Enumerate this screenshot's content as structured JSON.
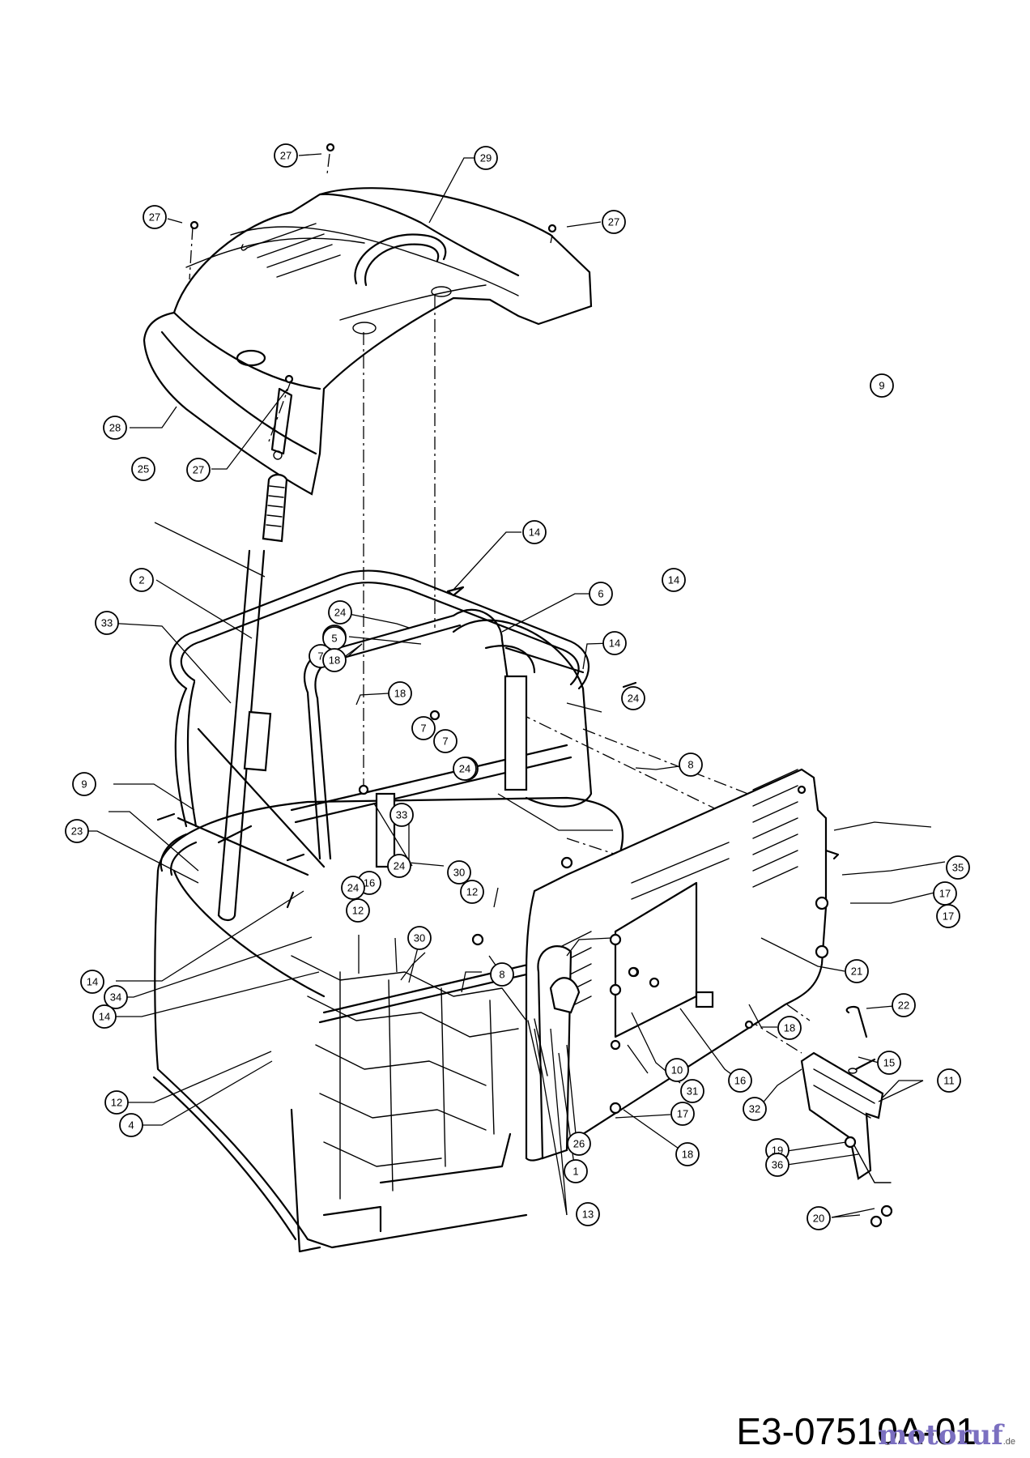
{
  "drawing_number": "E3-07510A-01",
  "watermark": {
    "brand": "motoruf",
    "suffix": ".de",
    "color": "#7b6fc0"
  },
  "part_labels": [
    "27",
    "29",
    "27",
    "27",
    "28",
    "27",
    "25",
    "14",
    "2",
    "33",
    "24",
    "24",
    "5",
    "7",
    "6",
    "14",
    "18",
    "18",
    "24",
    "9",
    "7",
    "7",
    "14",
    "14",
    "24",
    "8",
    "33",
    "9",
    "23",
    "30",
    "12",
    "35",
    "16",
    "24",
    "17",
    "17",
    "24",
    "12",
    "30",
    "14",
    "21",
    "34",
    "8",
    "14",
    "22",
    "18",
    "15",
    "11",
    "12",
    "10",
    "31",
    "16",
    "32",
    "4",
    "26",
    "17",
    "19",
    "18",
    "36",
    "1",
    "13",
    "20"
  ]
}
